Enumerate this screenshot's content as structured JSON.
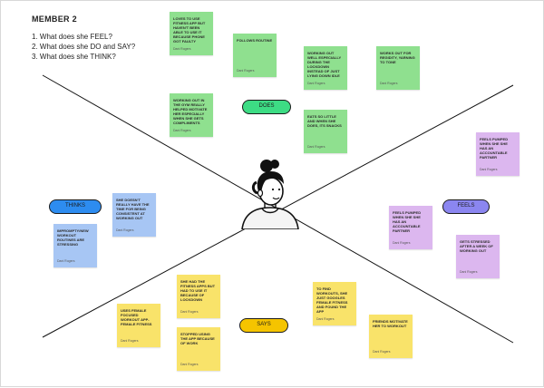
{
  "board": {
    "title": "MEMBER 2",
    "questions": [
      "1.  What does she FEEL?",
      "2.  What does she DO and SAY?",
      "3.  What does she THINK?"
    ]
  },
  "quadrants": {
    "does": "DOES",
    "thinks": "THINKS",
    "feels": "FEELS",
    "says": "SAYS"
  },
  "colors": {
    "does": "#3ddc84",
    "thinks": "#2d8cf0",
    "feels": "#8b86f0",
    "says": "#f5c400"
  },
  "author": "Dani Rogers",
  "notes": {
    "does": [
      "Loves to use fitness app but haven't been able to use it because phone got faulty",
      "Follows routine",
      "Working out well especially during the lockdown instead of just lying down idle",
      "Works out for regidity, yarning to tone",
      "Working out in the gym really helped motivate her especially when she gets compliments",
      "Eats so little and when she does, its snacks"
    ],
    "thinks": [
      "She doesn't really have the time for being consistent at working out",
      "Imprompty/new workout routines are stressing"
    ],
    "feels": [
      "Feels pumped when she she has an accountable partner",
      "Feels pumped when she she has an accountable partner",
      "Gets stressed after a week of working out"
    ],
    "says": [
      "She had the fitness apps but had to use it because of lockdown",
      "Uses female focused workout app-female fitness",
      "Stopped using the app because of work",
      "To find workouts, she just googles female fitness and found the app",
      "Friends motivate her to workout"
    ]
  }
}
